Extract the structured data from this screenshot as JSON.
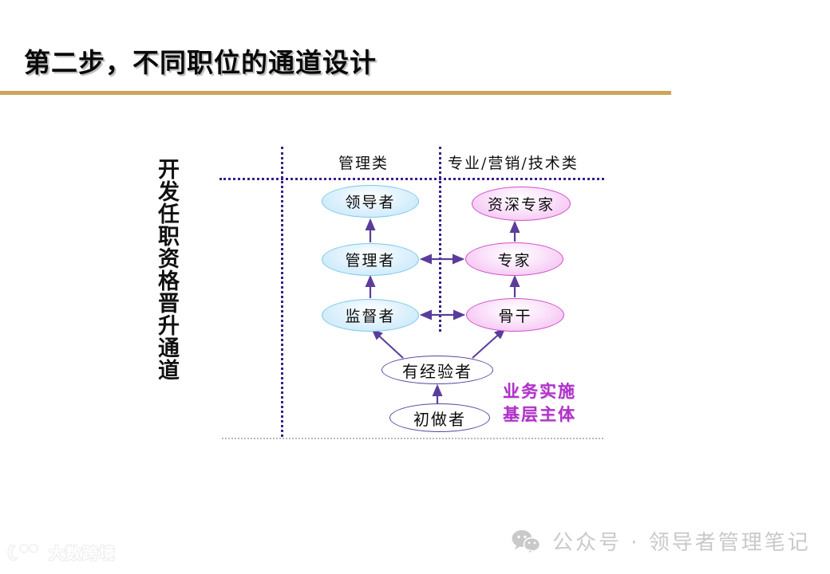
{
  "slide": {
    "title": "第二步，不同职位的通道设计",
    "rule_color": "#cea55a"
  },
  "diagram": {
    "vertical_label": "开发任职资格晋升通道",
    "columns": [
      {
        "id": "management",
        "label": "管理类"
      },
      {
        "id": "professional",
        "label": "专业/营销/技术类"
      }
    ],
    "nodes": {
      "leader": "领导者",
      "manager": "管理者",
      "supervisor": "监督者",
      "senior_expert": "资深专家",
      "expert": "专家",
      "backbone": "骨干",
      "experienced": "有经验者",
      "beginner": "初做者"
    },
    "annotation": {
      "line1": "业务实施",
      "line2": "基层主体"
    },
    "colors": {
      "management_fill": "#d8eefb",
      "management_stroke": "#7ec8e8",
      "professional_fill": "#f6d6f6",
      "professional_stroke": "#cf4fc9",
      "base_stroke": "#5b3f9e",
      "arrow": "#5a3d9a",
      "dotted_separator": "#3a1e8c",
      "annotation_text": "#b032c8"
    }
  },
  "footer": {
    "icon": "wechat-icon",
    "text": "公众号 · 领导者管理笔记"
  },
  "watermark": {
    "icon": "watermark-logo-icon",
    "text": "大数跨境"
  }
}
